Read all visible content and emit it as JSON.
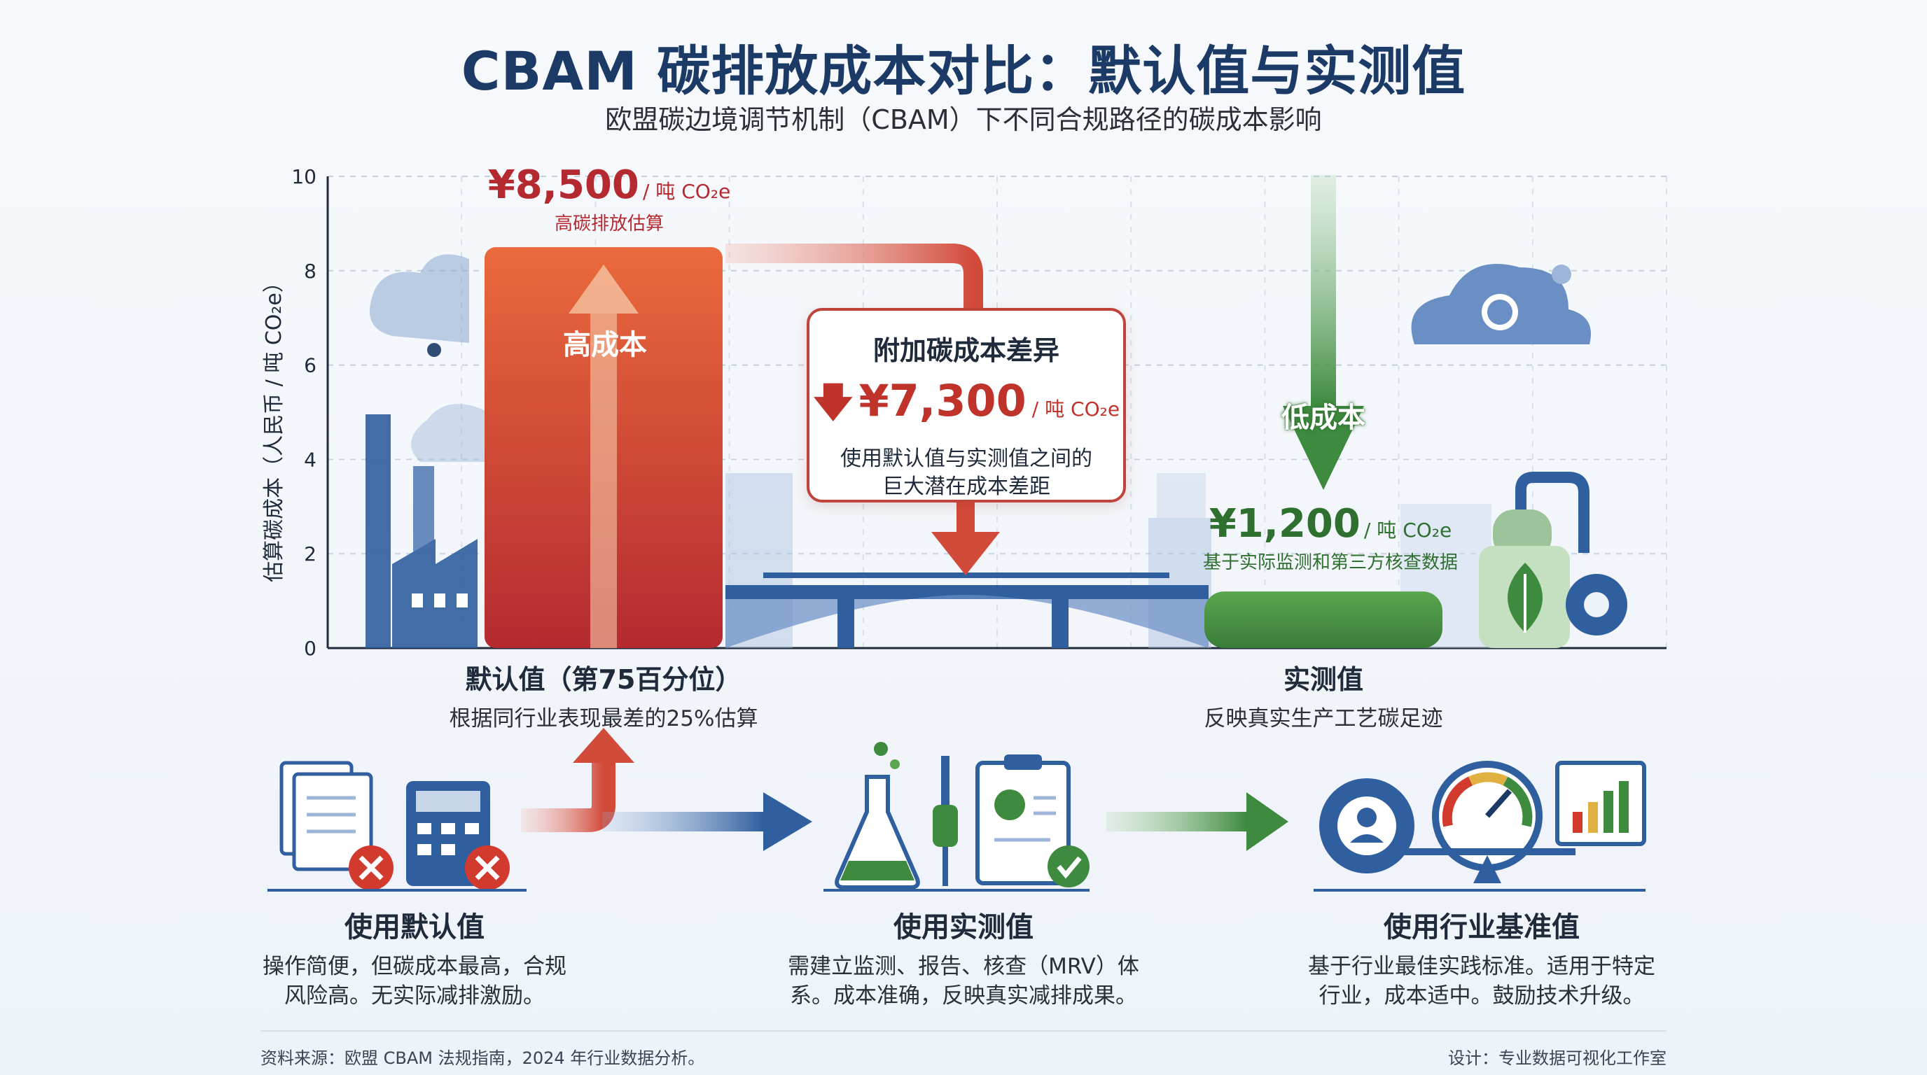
{
  "header": {
    "title": "CBAM 碳排放成本对比：默认值与实测值",
    "subtitle": "欧盟碳边境调节机制（CBAM）下不同合规路径的碳成本影响"
  },
  "chart_data": {
    "type": "bar",
    "ylabel": "估算碳成本（人民币 / 吨 CO₂e）",
    "ylim": [
      0,
      10
    ],
    "yticks": [
      "0",
      "2",
      "4",
      "6",
      "8",
      "10"
    ],
    "grid": true,
    "categories": [
      {
        "name": "默认值（第75百分位）",
        "desc": "根据同行业表现最差的25%估算",
        "value": 8.5,
        "value_label": "¥8,500",
        "unit": "/ 吨 CO₂e",
        "note": "高碳排放估算",
        "tag": "高成本",
        "color": "#c0332b"
      },
      {
        "name": "实测值",
        "desc": "反映真实生产工艺碳足迹",
        "value": 1.2,
        "value_label": "¥1,200",
        "unit": "/ 吨 CO₂e",
        "note": "基于实际监测和第三方核查数据",
        "tag": "低成本",
        "color": "#3e8a3f"
      }
    ],
    "difference": {
      "title": "附加碳成本差异",
      "value_label": "¥7,300",
      "unit": "/ 吨 CO₂e",
      "desc_line1": "使用默认值与实测值之间的",
      "desc_line2": "巨大潜在成本差距"
    }
  },
  "steps": [
    {
      "title": "使用默认值",
      "desc_line1": "操作简便，但碳成本最高，合规",
      "desc_line2": "风险高。无实际减排激励。"
    },
    {
      "title": "使用实测值",
      "desc_line1": "需建立监测、报告、核查（MRV）体",
      "desc_line2": "系。成本准确，反映真实减排成果。"
    },
    {
      "title": "使用行业基准值",
      "desc_line1": "基于行业最佳实践标准。适用于特定",
      "desc_line2": "行业，成本适中。鼓励技术升级。"
    }
  ],
  "footer": {
    "source": "资料来源：欧盟 CBAM 法规指南，2024 年行业数据分析。",
    "credit": "设计：专业数据可视化工作室"
  },
  "colors": {
    "high": "#c0332b",
    "low": "#3e8a3f",
    "navy": "#1c3a66",
    "blue": "#2f5f9e"
  }
}
